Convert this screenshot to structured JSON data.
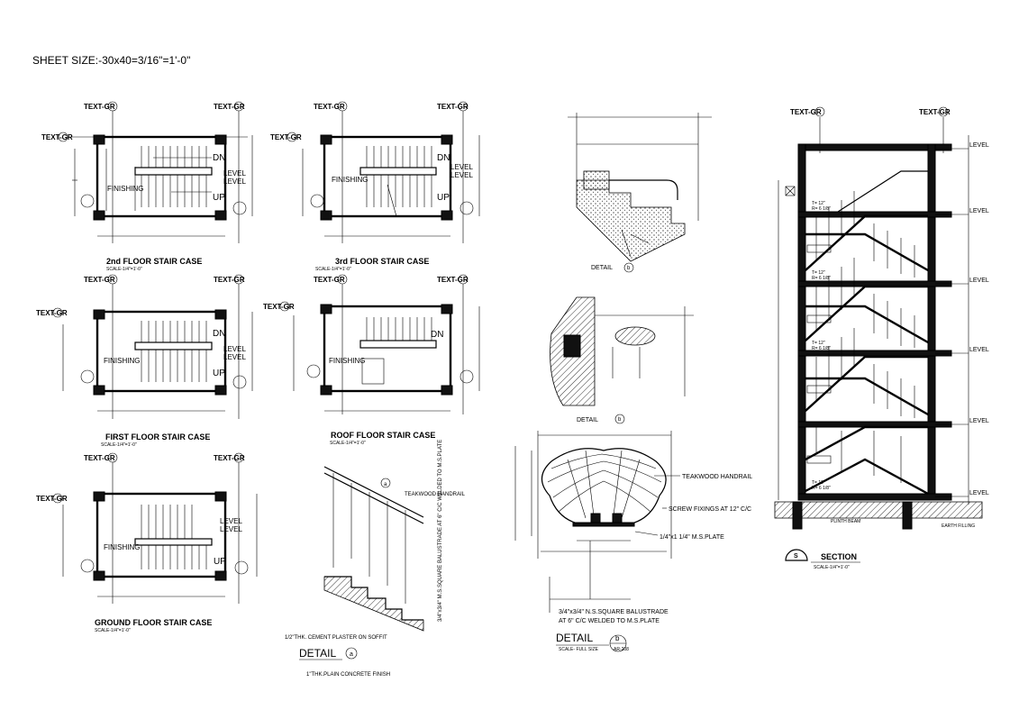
{
  "sheet_size": "SHEET SIZE:-30x40=3/16\"=1'-0\"",
  "text_gr": "TEXT-GR",
  "dn": "DN",
  "up": "UP",
  "level": "LEVEL",
  "finishing": "FINISHING",
  "plans": [
    {
      "title": "2nd FLOOR STAIR CASE",
      "scale": "SCALE-1/4\"=1'-0\""
    },
    {
      "title": "3rd FLOOR STAIR CASE",
      "scale": "SCALE-1/4\"=1'-0\""
    },
    {
      "title": "FIRST FLOOR STAIR CASE",
      "scale": "SCALE-1/4\"=1'-0\""
    },
    {
      "title": "ROOF FLOOR STAIR CASE",
      "scale": "SCALE-1/4\"=1'-0\""
    },
    {
      "title": "GROUND FLOOR STAIR CASE",
      "scale": "SCALE-1/4\"=1'-0\""
    }
  ],
  "detail_a": {
    "teakwood": "TEAKWOOD HANDRAIL",
    "balustrade": "3/4\"x3/4\" M.S.SQUARE BALUSTRADE AT 6\" C/C WELDED TO M.S.PLATE",
    "plaster": "1/2\"THK. CEMENT PLASTER ON SOFFIT",
    "finish": "1\"THK.PLAIN CONCRETE FINISH",
    "label": "DETAIL",
    "mark": "a"
  },
  "detail_b": {
    "teakwood": "TEAKWOOD HANDRAIL",
    "screw": "SCREW FIXINGS AT 12\" C/C",
    "plate": "1/4\"x1 1/4\" M.S.PLATE",
    "balustrade_1": "3/4\"x3/4\" N.S.SQUARE BALUSTRADE",
    "balustrade_2": "AT 6\" C/C WELDED TO M.S.PLATE",
    "label": "DETAIL",
    "mark": "b",
    "scale": "SCALE- FULL SIZE",
    "sheet_ref": "AR-208"
  },
  "section": {
    "title": "SECTION",
    "scale": "SCALE-1/4\"=1'-0\"",
    "plinth": "PLINTH BEAM",
    "earth": "EARTH FILLING",
    "level": "LEVEL",
    "tr_1": "T= 12\"",
    "tr_2": "R= 6 1/8\"",
    "mark": "S"
  },
  "small_details": {
    "detail_top_label": "DETAIL",
    "detail_mid_label": "DETAIL",
    "mark_b": "b"
  }
}
